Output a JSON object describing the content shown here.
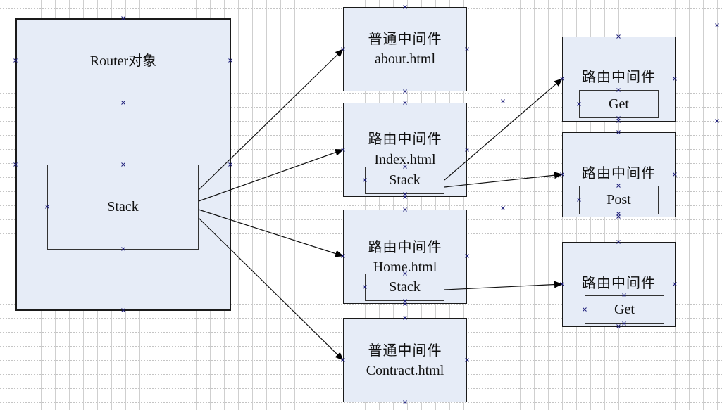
{
  "diagram": {
    "router": {
      "title": "Router对象",
      "stack_label": "Stack"
    },
    "middlewares": [
      {
        "id": "about",
        "type_label": "普通中间件",
        "file": "about.html",
        "has_stack": false
      },
      {
        "id": "index",
        "type_label": "路由中间件",
        "file": "Index.html",
        "has_stack": true,
        "stack_label": "Stack"
      },
      {
        "id": "home",
        "type_label": "路由中间件",
        "file": "Home.html",
        "has_stack": true,
        "stack_label": "Stack"
      },
      {
        "id": "contract",
        "type_label": "普通中间件",
        "file": "Contract.html",
        "has_stack": false
      }
    ],
    "routes": [
      {
        "id": "index-get",
        "type_label": "路由中间件",
        "method": "Get"
      },
      {
        "id": "index-post",
        "type_label": "路由中间件",
        "method": "Post"
      },
      {
        "id": "home-get",
        "type_label": "路由中间件",
        "method": "Get"
      }
    ],
    "edges": [
      {
        "from": "router-stack",
        "to": "about"
      },
      {
        "from": "router-stack",
        "to": "index"
      },
      {
        "from": "router-stack",
        "to": "home"
      },
      {
        "from": "router-stack",
        "to": "contract"
      },
      {
        "from": "index-stack",
        "to": "index-get"
      },
      {
        "from": "index-stack",
        "to": "index-post"
      },
      {
        "from": "home-stack",
        "to": "home-get"
      }
    ],
    "colors": {
      "box_fill": "#e6ecf7",
      "stroke": "#1a1a1a",
      "marker": "#1f1f7a",
      "grid": "#c8c8c8"
    }
  }
}
